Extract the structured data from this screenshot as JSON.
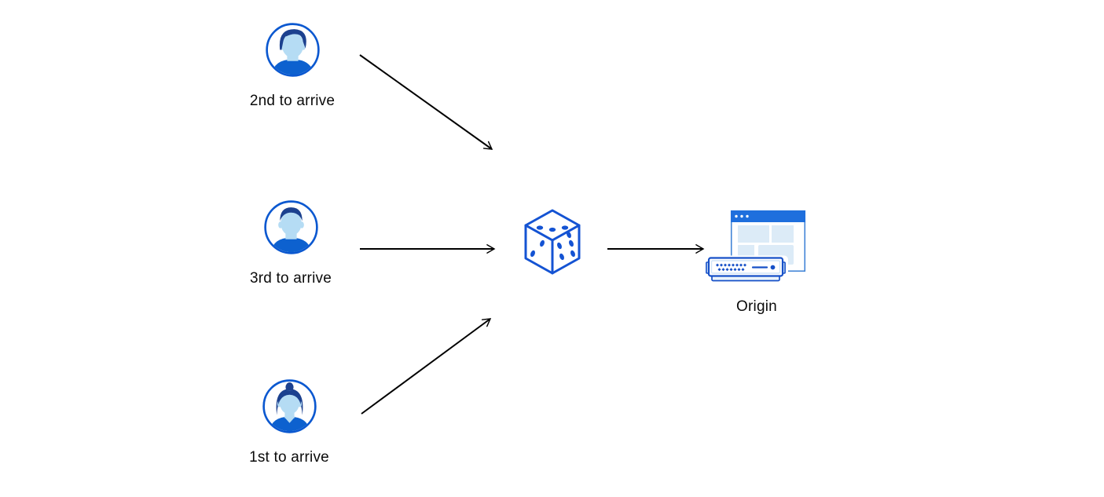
{
  "diagram": {
    "clients": [
      {
        "id": "client-2nd",
        "label": "2nd to arrive",
        "icon": "person-male-avatar-icon"
      },
      {
        "id": "client-3rd",
        "label": "3rd to arrive",
        "icon": "person-male-avatar-icon"
      },
      {
        "id": "client-1st",
        "label": "1st to arrive",
        "icon": "person-female-avatar-icon"
      }
    ],
    "randomizer": {
      "icon": "dice-icon"
    },
    "origin": {
      "label": "Origin",
      "icon": "origin-server-icon"
    },
    "edges": [
      {
        "from": "client-2nd",
        "to": "randomizer"
      },
      {
        "from": "client-3rd",
        "to": "randomizer"
      },
      {
        "from": "client-1st",
        "to": "randomizer"
      },
      {
        "from": "randomizer",
        "to": "origin"
      }
    ],
    "colors": {
      "avatar_ring_blue": "#0b58d0",
      "avatar_hair_navy": "#1c418f",
      "avatar_skin_light_blue": "#b5dcf4",
      "avatar_shirt_blue": "#0d61cf",
      "dice_blue": "#1453d3",
      "server_stroke_blue": "#1650c8",
      "browser_titlebar_blue": "#1f6fdd",
      "browser_border_blue": "#4285d7",
      "pale_block_blue": "#dcebf7",
      "tab_light_blue": "#cfe4f8",
      "arrow_black": "#000000",
      "background": "#ffffff"
    }
  }
}
